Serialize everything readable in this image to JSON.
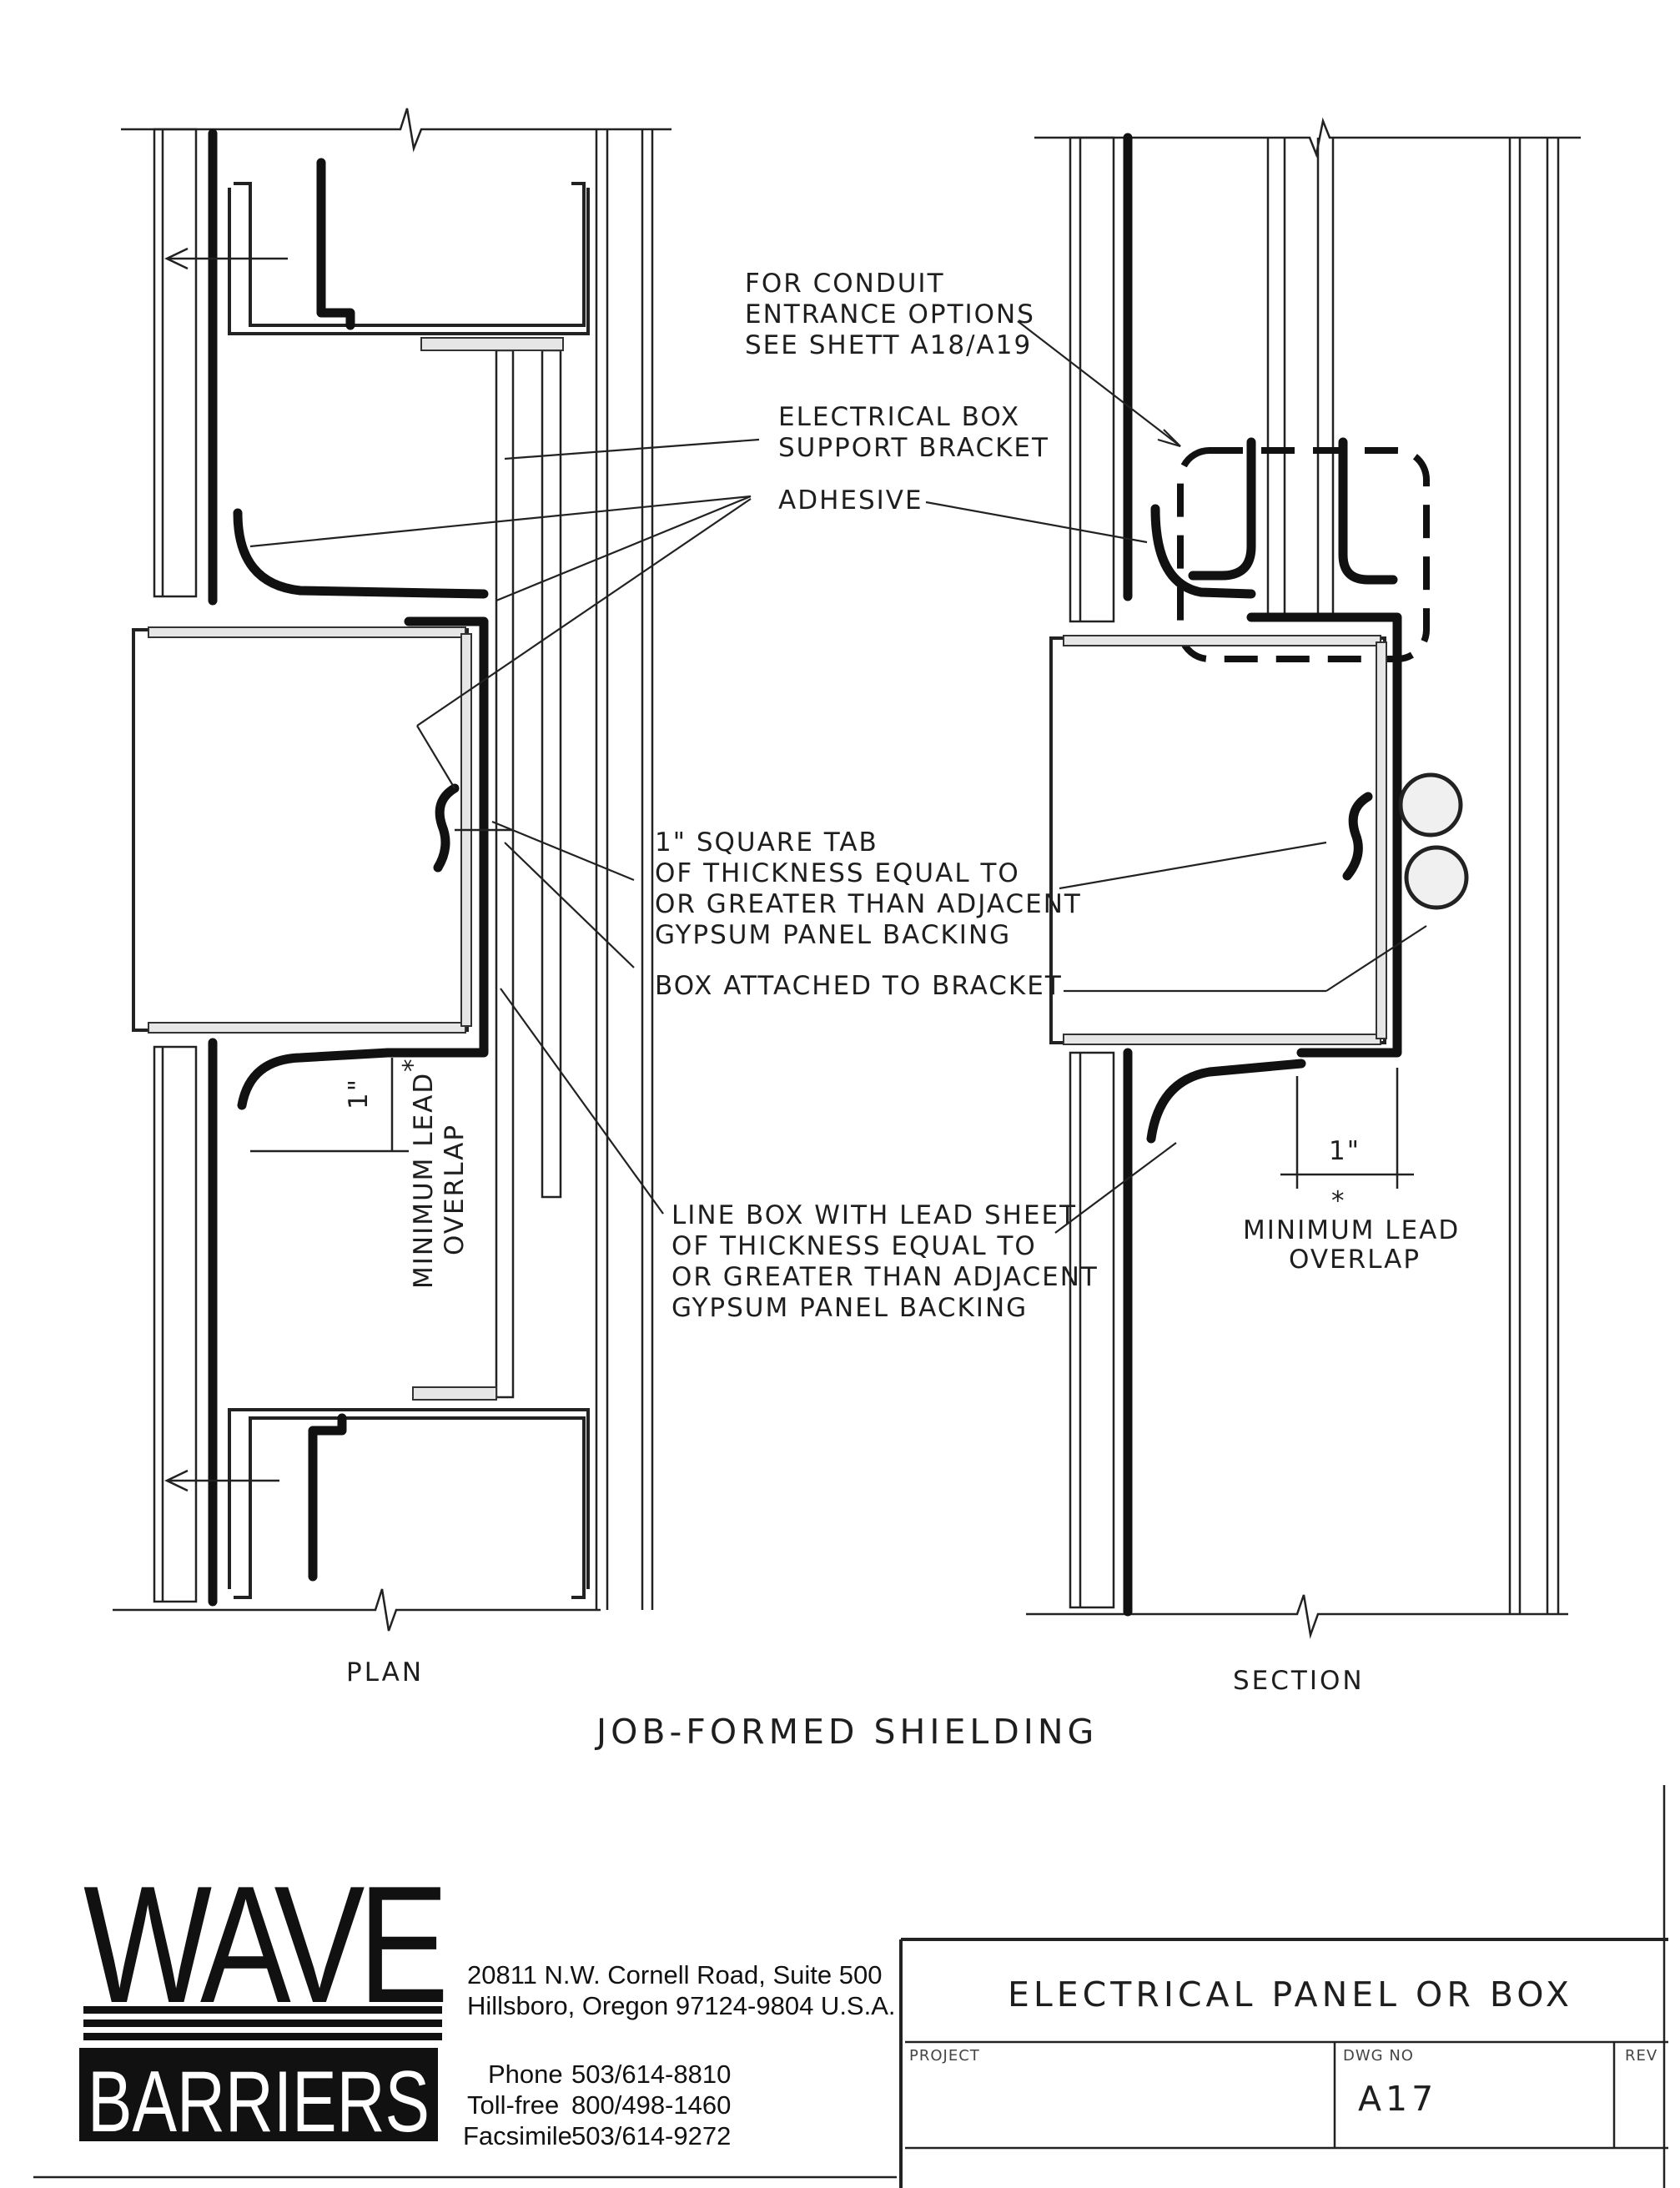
{
  "plan_view": {
    "caption": "PLAN",
    "overlap_dim": "1\"",
    "overlap_note_line1": "MINIMUM LEAD",
    "overlap_note_line2": "OVERLAP",
    "asterisk": "*"
  },
  "section_view": {
    "caption": "SECTION",
    "overlap_dim": "1\"",
    "asterisk": "*",
    "overlap_note_line1": "MINIMUM LEAD",
    "overlap_note_line2": "OVERLAP"
  },
  "callouts": {
    "conduit": [
      "FOR CONDUIT",
      "ENTRANCE OPTIONS",
      "SEE SHETT A18/A19"
    ],
    "bracket": [
      "ELECTRICAL BOX",
      "SUPPORT BRACKET"
    ],
    "adhesive": "ADHESIVE",
    "tab": [
      "1\" SQUARE TAB",
      "OF THICKNESS EQUAL TO",
      "OR GREATER THAN ADJACENT",
      "GYPSUM PANEL BACKING"
    ],
    "attached": "BOX ATTACHED TO BRACKET",
    "line_box": [
      "LINE BOX WITH LEAD SHEET",
      "OF THICKNESS EQUAL TO",
      "OR GREATER THAN ADJACENT",
      "GYPSUM PANEL BACKING"
    ]
  },
  "drawing_title": "JOB-FORMED SHIELDING",
  "company": {
    "logo_top": "WAVE",
    "logo_bottom": "BARRIERS",
    "address_line1": "20811 N.W. Cornell Road, Suite 500",
    "address_line2": "Hillsboro, Oregon 97124-9804 U.S.A.",
    "contacts": [
      {
        "label": "Phone",
        "value": "503/614-8810"
      },
      {
        "label": "Toll-free",
        "value": "800/498-1460"
      },
      {
        "label": "Facsimile",
        "value": "503/614-9272"
      }
    ]
  },
  "title_block": {
    "sheet_title": "ELECTRICAL PANEL OR BOX",
    "project_label": "PROJECT",
    "dwg_no_label": "DWG NO",
    "dwg_no": "A17",
    "rev_label": "REV"
  }
}
